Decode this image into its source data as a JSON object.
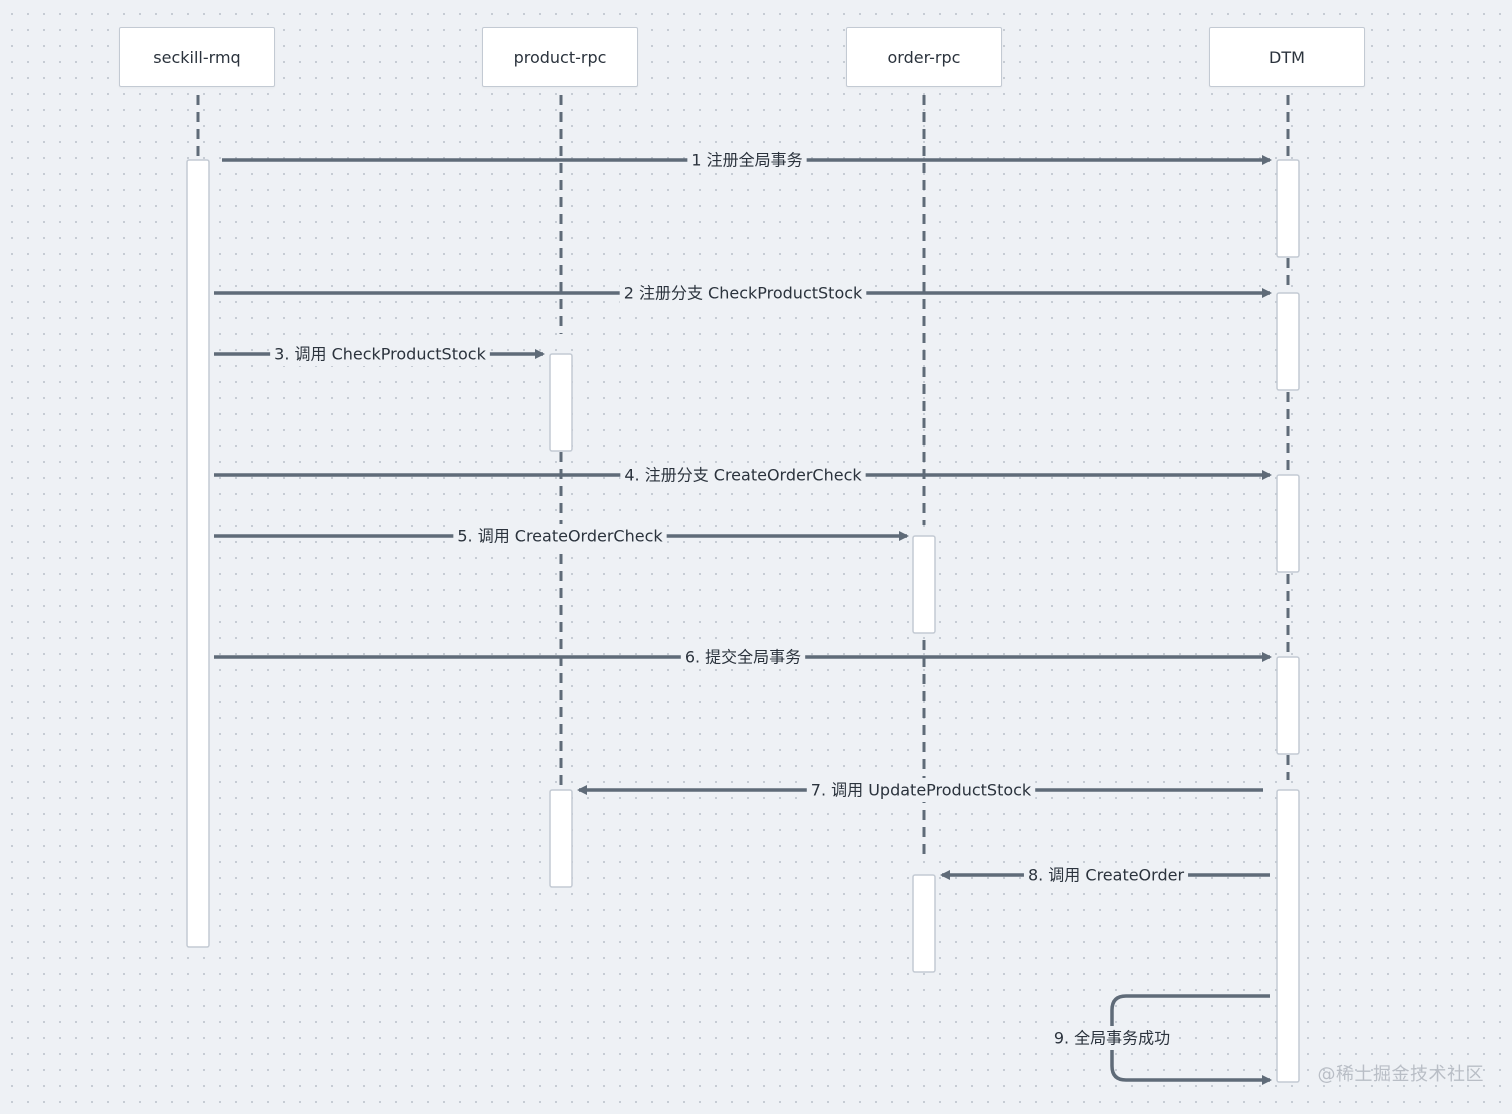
{
  "participants": [
    {
      "key": "seckill",
      "label": "seckill-rmq"
    },
    {
      "key": "product",
      "label": "product-rpc"
    },
    {
      "key": "order",
      "label": "order-rpc"
    },
    {
      "key": "dtm",
      "label": "DTM"
    }
  ],
  "messages": [
    {
      "from": "seckill",
      "to": "dtm",
      "label": "1 注册全局事务"
    },
    {
      "from": "seckill",
      "to": "dtm",
      "label": "2 注册分支 CheckProductStock"
    },
    {
      "from": "seckill",
      "to": "product",
      "label": "3. 调用 CheckProductStock"
    },
    {
      "from": "seckill",
      "to": "dtm",
      "label": "4. 注册分支 CreateOrderCheck"
    },
    {
      "from": "seckill",
      "to": "order",
      "label": "5. 调用 CreateOrderCheck"
    },
    {
      "from": "seckill",
      "to": "dtm",
      "label": "6. 提交全局事务"
    },
    {
      "from": "dtm",
      "to": "product",
      "label": "7. 调用 UpdateProductStock"
    },
    {
      "from": "dtm",
      "to": "order",
      "label": "8. 调用 CreateOrder"
    },
    {
      "from": "dtm",
      "to": "dtm",
      "label": "9. 全局事务成功"
    }
  ],
  "colors": {
    "arrow": "#5f6b78",
    "lifeline": "#5f6b78",
    "activation_fill": "#ffffff",
    "activation_stroke": "#c3cad3",
    "text": "#2b333d"
  },
  "watermark": "@稀土掘金技术社区"
}
